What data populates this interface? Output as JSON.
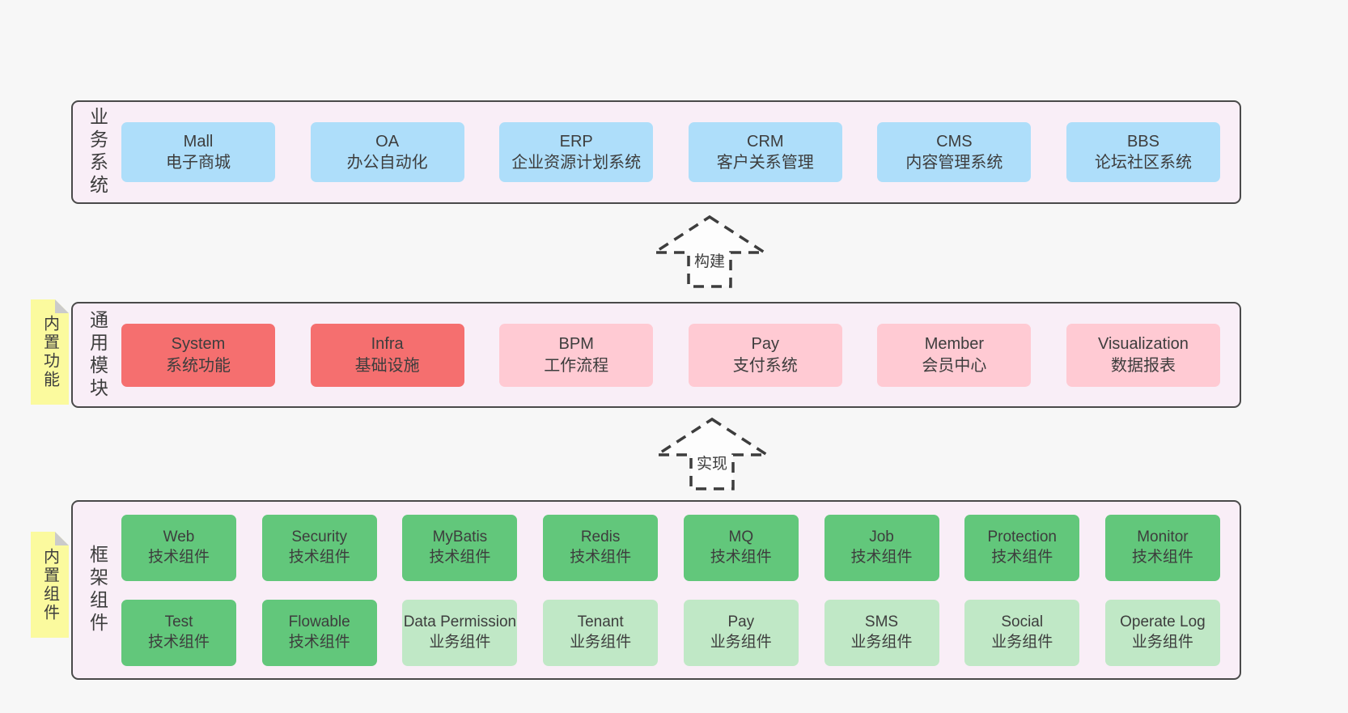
{
  "colors": {
    "background": "#f7f7f7",
    "layer_fill": "#f9eef7",
    "layer_border": "#4a4a4a",
    "business_box_blue": "#aedefa",
    "core_module_red": "#f56f6f",
    "module_pink": "#ffcad3",
    "tech_component_green": "#62c77b",
    "biz_component_light_green": "#c0e8c6",
    "note_yellow": "#fbfa9e",
    "note_fold_gray": "#cbcbcb",
    "text": "#3d3d3d"
  },
  "arrows": [
    {
      "label": "构建"
    },
    {
      "label": "实现"
    }
  ],
  "layers": [
    {
      "label": "业务系统",
      "boxes": [
        {
          "title": "Mall",
          "subtitle": "电子商城",
          "variant": "blue"
        },
        {
          "title": "OA",
          "subtitle": "办公自动化",
          "variant": "blue"
        },
        {
          "title": "ERP",
          "subtitle": "企业资源计划系统",
          "variant": "blue"
        },
        {
          "title": "CRM",
          "subtitle": "客户关系管理",
          "variant": "blue"
        },
        {
          "title": "CMS",
          "subtitle": "内容管理系统",
          "variant": "blue"
        },
        {
          "title": "BBS",
          "subtitle": "论坛社区系统",
          "variant": "blue"
        }
      ]
    },
    {
      "label": "通用模块",
      "note": "内置功能",
      "boxes": [
        {
          "title": "System",
          "subtitle": "系统功能",
          "variant": "red"
        },
        {
          "title": "Infra",
          "subtitle": "基础设施",
          "variant": "red"
        },
        {
          "title": "BPM",
          "subtitle": "工作流程",
          "variant": "pink"
        },
        {
          "title": "Pay",
          "subtitle": "支付系统",
          "variant": "pink"
        },
        {
          "title": "Member",
          "subtitle": "会员中心",
          "variant": "pink"
        },
        {
          "title": "Visualization",
          "subtitle": "数据报表",
          "variant": "pink"
        }
      ]
    },
    {
      "label": "框架组件",
      "note": "内置组件",
      "boxes": [
        {
          "title": "Web",
          "subtitle": "技术组件",
          "variant": "green"
        },
        {
          "title": "Security",
          "subtitle": "技术组件",
          "variant": "green"
        },
        {
          "title": "MyBatis",
          "subtitle": "技术组件",
          "variant": "green"
        },
        {
          "title": "Redis",
          "subtitle": "技术组件",
          "variant": "green"
        },
        {
          "title": "MQ",
          "subtitle": "技术组件",
          "variant": "green"
        },
        {
          "title": "Job",
          "subtitle": "技术组件",
          "variant": "green"
        },
        {
          "title": "Protection",
          "subtitle": "技术组件",
          "variant": "green"
        },
        {
          "title": "Monitor",
          "subtitle": "技术组件",
          "variant": "green"
        },
        {
          "title": "Test",
          "subtitle": "技术组件",
          "variant": "green"
        },
        {
          "title": "Flowable",
          "subtitle": "技术组件",
          "variant": "green"
        },
        {
          "title": "Data Permission",
          "subtitle": "业务组件",
          "variant": "light-green"
        },
        {
          "title": "Tenant",
          "subtitle": "业务组件",
          "variant": "light-green"
        },
        {
          "title": "Pay",
          "subtitle": "业务组件",
          "variant": "light-green"
        },
        {
          "title": "SMS",
          "subtitle": "业务组件",
          "variant": "light-green"
        },
        {
          "title": "Social",
          "subtitle": "业务组件",
          "variant": "light-green"
        },
        {
          "title": "Operate Log",
          "subtitle": "业务组件",
          "variant": "light-green"
        }
      ]
    }
  ]
}
